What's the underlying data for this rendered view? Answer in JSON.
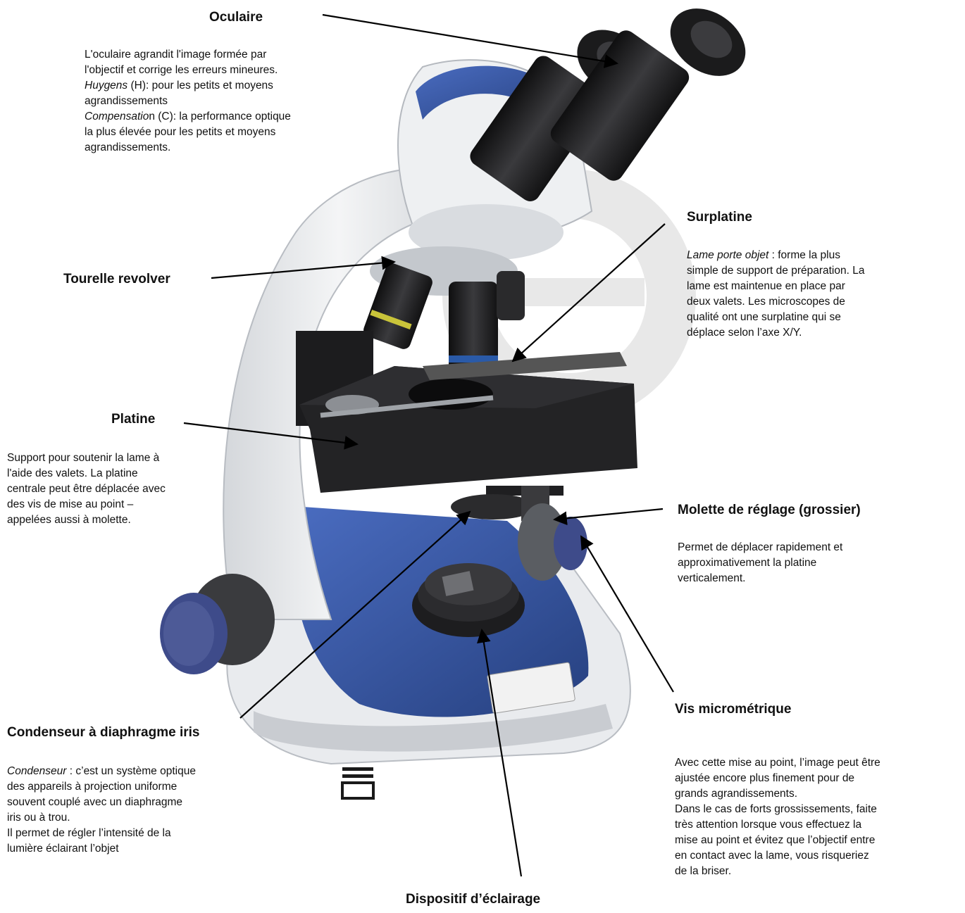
{
  "labels": {
    "oculaire": {
      "title": "Oculaire",
      "lines": [
        "L'oculaire agrandit l'image formée par",
        "l'objectif et corrige les erreurs mineures."
      ],
      "huygens_italic": "Huygens",
      "huygens_rest": " (H): pour les petits et moyens",
      "huygens_cont": "agrandissements",
      "compensation_italic": "Compensatio",
      "compensation_rest": "n (C): la performance optique",
      "compensation_lines": [
        "la plus élevée pour les petits et moyens",
        "agrandissements."
      ]
    },
    "surplatine": {
      "title": "Surplatine",
      "italic": "Lame porte objet",
      "rest": " : forme la plus",
      "lines": [
        "simple de support de préparation. La",
        "lame est maintenue en place par",
        "deux valets. Les microscopes de",
        "qualité ont une surplatine qui se",
        "déplace selon l’axe X/Y."
      ]
    },
    "tourelle": {
      "title": "Tourelle revolver"
    },
    "platine": {
      "title": "Platine",
      "lines": [
        "Support pour soutenir la lame à",
        "l'aide des valets. La platine",
        "centrale peut être déplacée avec",
        "des vis de mise au point –",
        "appelées aussi à molette."
      ]
    },
    "molette": {
      "title": "Molette de réglage (grossier)",
      "lines": [
        "Permet de déplacer rapidement et",
        "approximativement la platine",
        "verticalement."
      ]
    },
    "vis": {
      "title": "Vis micrométrique",
      "lines": [
        "Avec cette mise au point, l’image peut être",
        "ajustée encore plus finement pour de",
        "grands agrandissements.",
        "Dans le cas de forts grossissements, faite",
        "très attention lorsque vous effectuez la",
        "mise au point et évitez que l’objectif entre",
        "en contact avec la lame, vous risqueriez",
        "de la briser."
      ]
    },
    "condenseur": {
      "title": "Condenseur à diaphragme iris",
      "italic": "Condenseur",
      "rest": " : c’est un système optique",
      "lines": [
        "des appareils à projection uniforme",
        "souvent couplé avec un diaphragme",
        "iris ou à trou.",
        "Il permet de régler l’intensité de la",
        "lumière éclairant l’objet"
      ]
    },
    "eclairage": {
      "title": "Dispositif d’éclairage"
    }
  },
  "colors": {
    "body": "#eceef0",
    "body_shadow": "#c9ccd1",
    "accent_blue": "#2f4f98",
    "dark": "#1c1c1e",
    "stage": "#222224",
    "watermark": "#e3e3e3"
  }
}
